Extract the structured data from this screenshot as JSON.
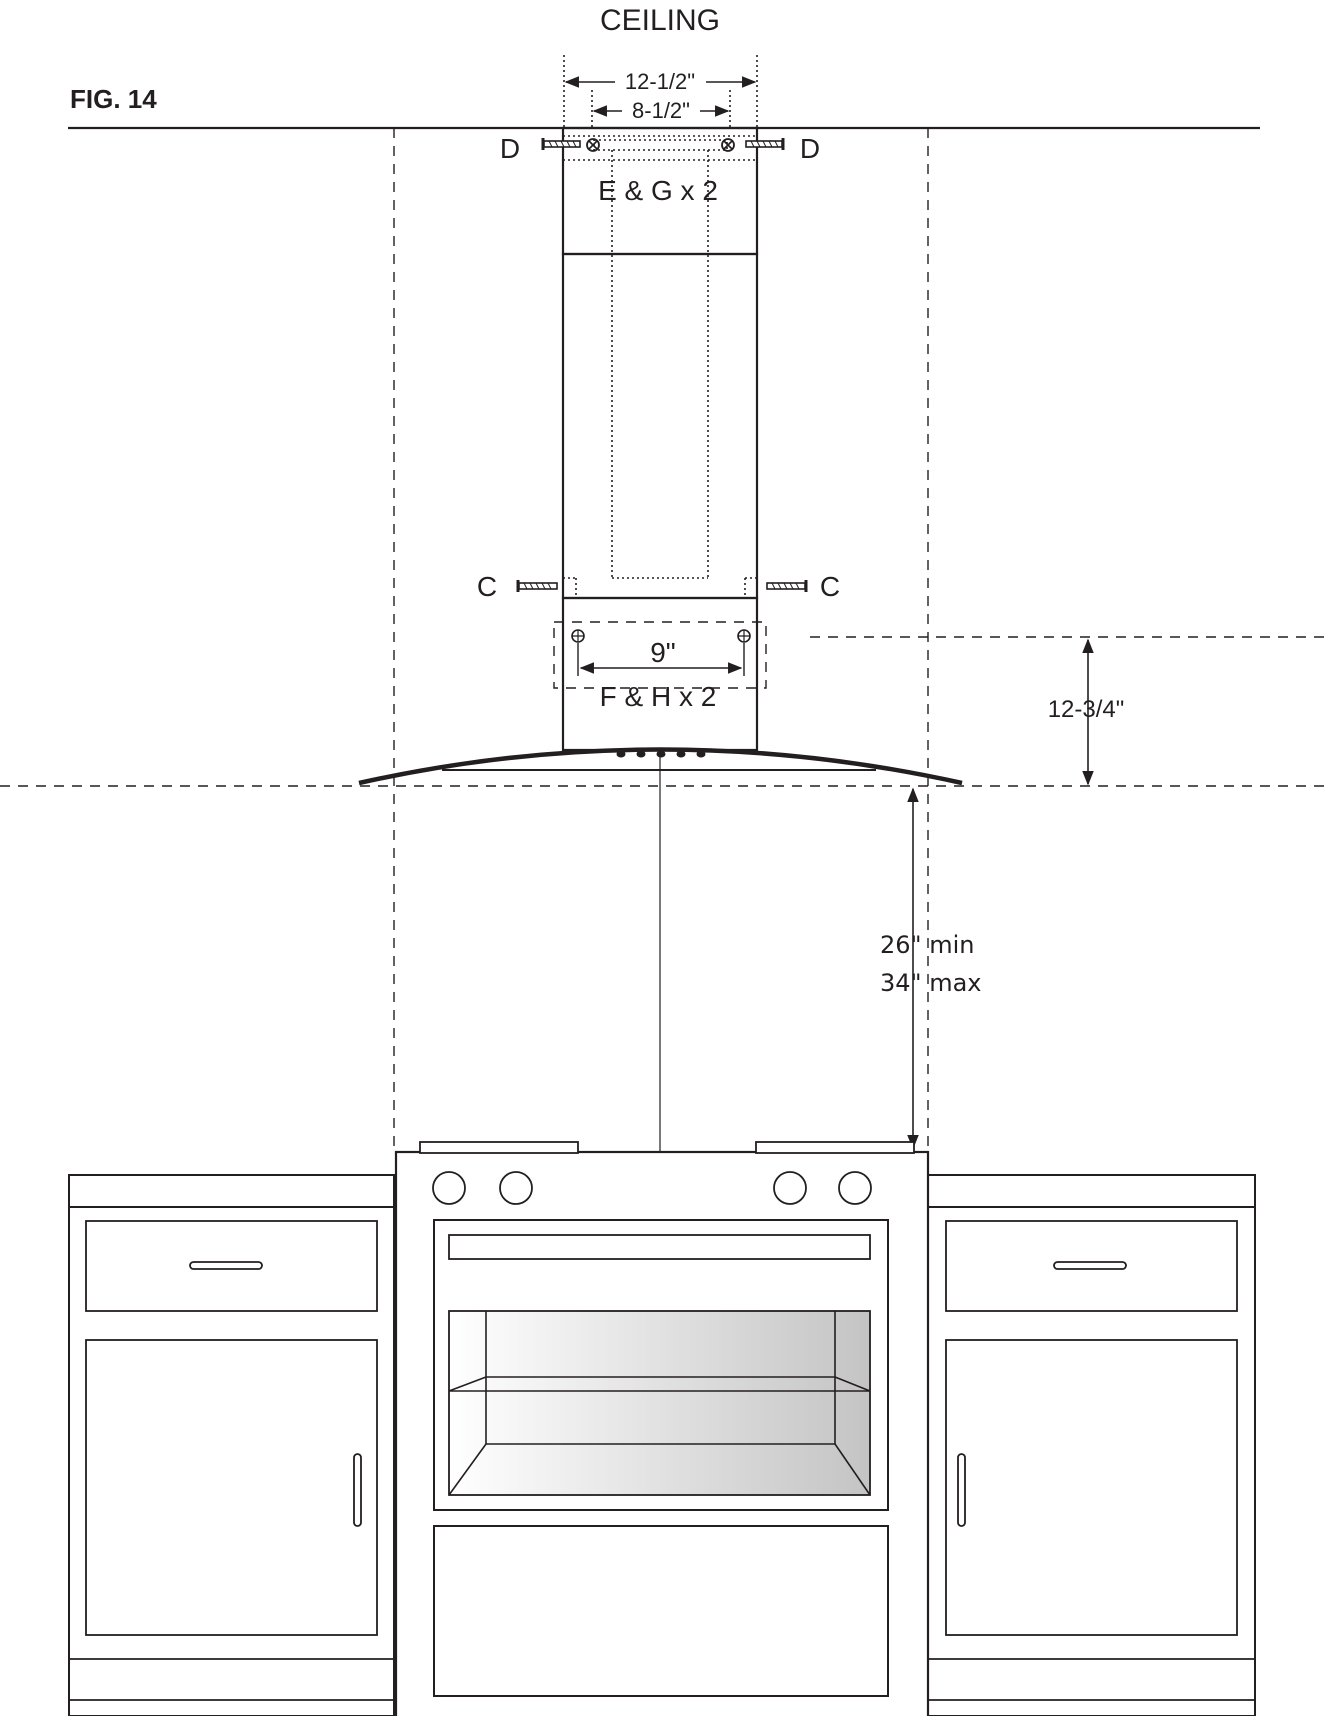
{
  "figure": {
    "ceiling_label": "CEILING",
    "fig_label": "FIG. 14"
  },
  "labels": {
    "screw_d": "D",
    "screw_c": "C",
    "upper_bracket": "E & G x 2",
    "lower_bracket": "F & H x 2"
  },
  "dimensions": {
    "top_outer_width": "12-1/2\"",
    "top_inner_width": "8-1/2\"",
    "lower_hole_spacing": "9\"",
    "bracket_height": "12-3/4\"",
    "clearance_min": "26\" min",
    "clearance_max": "34\" max"
  },
  "colors": {
    "line": "#231f20",
    "oven_glass_light": "#f4f4f4",
    "oven_glass_dark": "#c9c9c9"
  }
}
